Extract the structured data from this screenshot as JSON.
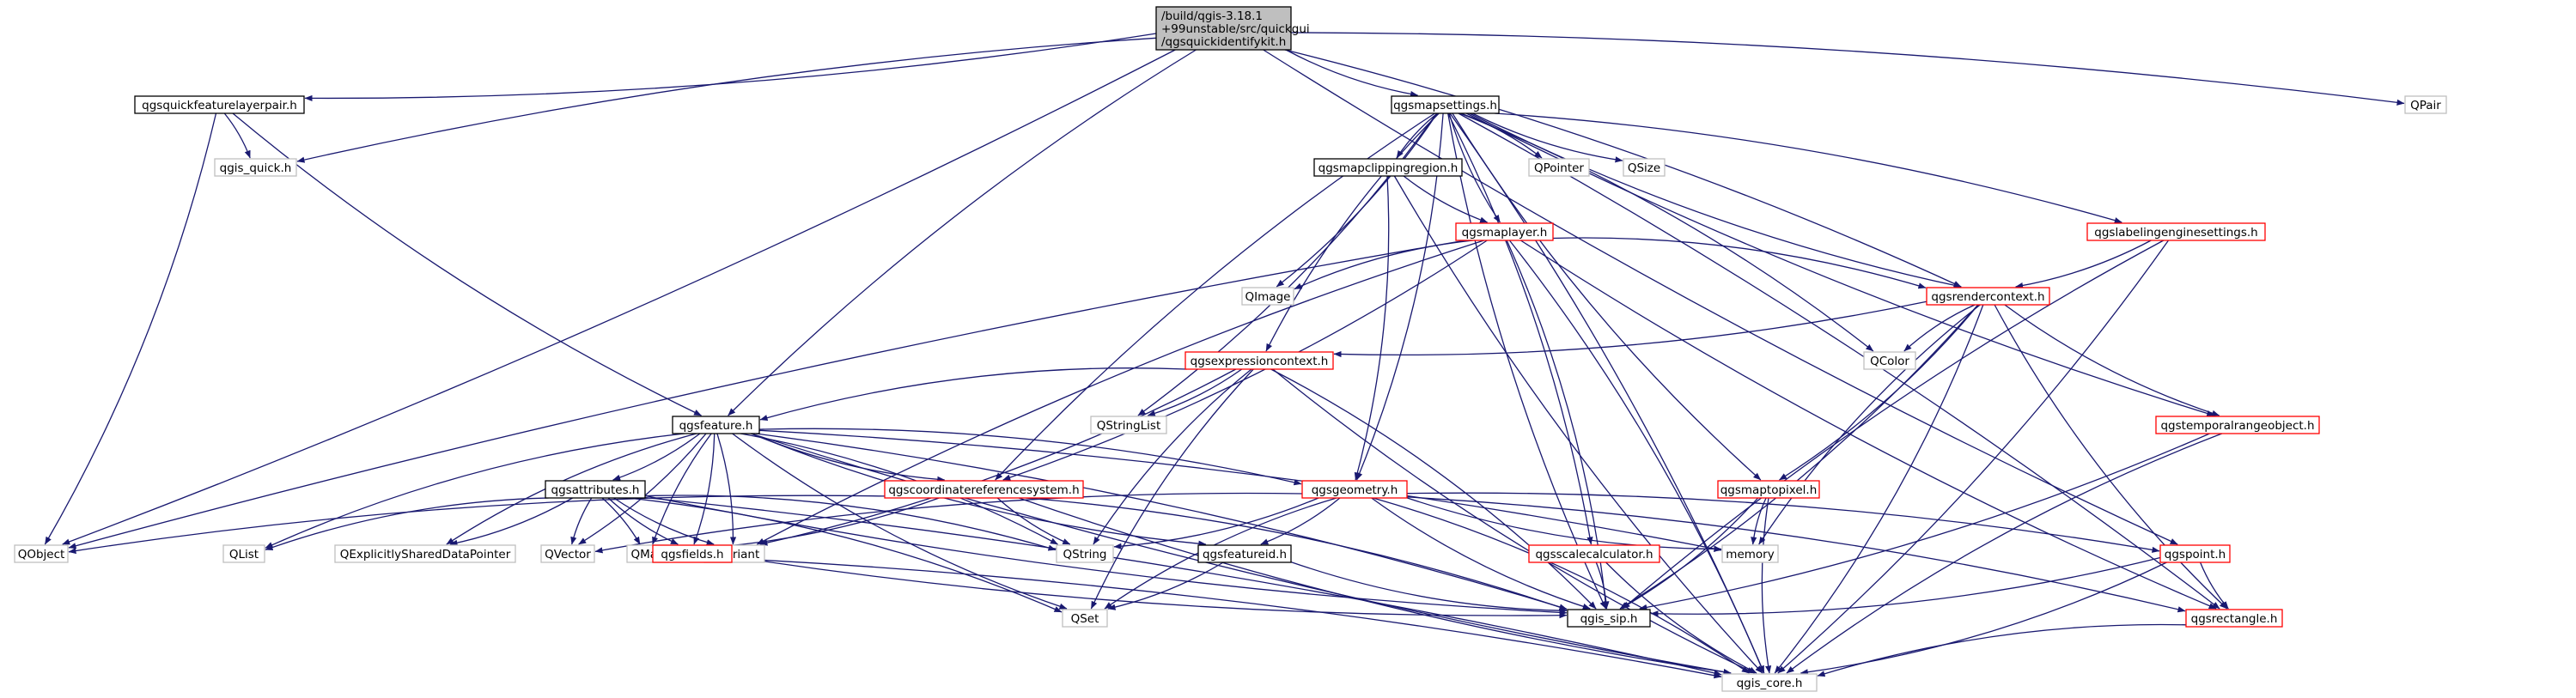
{
  "colors": {
    "edge": "#191970",
    "root_fill": "#bfbfbf",
    "root_border": "#000000",
    "node_border": "#000000",
    "linked_border": "#ff0000",
    "external_border": "#bfbfbf",
    "external_text": "#999999"
  },
  "nodes": [
    {
      "id": "root",
      "label": "/build/qgis-3.18.1\n+99unstable/src/quickgui\n/qgsquickidentifykit.h",
      "kind": "root"
    },
    {
      "id": "pair",
      "label": "qgsquickfeaturelayerpair.h",
      "kind": "plain"
    },
    {
      "id": "mapsettings",
      "label": "qgsmapsettings.h",
      "kind": "plain"
    },
    {
      "id": "qpair",
      "label": "QPair",
      "kind": "external"
    },
    {
      "id": "qgisquick",
      "label": "qgis_quick.h",
      "kind": "external"
    },
    {
      "id": "clipping",
      "label": "qgsmapclippingregion.h",
      "kind": "plain"
    },
    {
      "id": "qpointer",
      "label": "QPointer",
      "kind": "external"
    },
    {
      "id": "qsize",
      "label": "QSize",
      "kind": "external"
    },
    {
      "id": "labeling",
      "label": "qgslabelingenginesettings.h",
      "kind": "linked"
    },
    {
      "id": "maplayer",
      "label": "qgsmaplayer.h",
      "kind": "linked"
    },
    {
      "id": "qimage",
      "label": "QImage",
      "kind": "external"
    },
    {
      "id": "render",
      "label": "qgsrendercontext.h",
      "kind": "linked"
    },
    {
      "id": "qcolor",
      "label": "QColor",
      "kind": "external"
    },
    {
      "id": "expr",
      "label": "qgsexpressioncontext.h",
      "kind": "linked"
    },
    {
      "id": "qstringlist",
      "label": "QStringList",
      "kind": "external"
    },
    {
      "id": "feature",
      "label": "qgsfeature.h",
      "kind": "plain"
    },
    {
      "id": "temporal",
      "label": "qgstemporalrangeobject.h",
      "kind": "linked"
    },
    {
      "id": "attributes",
      "label": "qgsattributes.h",
      "kind": "plain"
    },
    {
      "id": "crs",
      "label": "qgscoordinatereferencesystem.h",
      "kind": "linked"
    },
    {
      "id": "geometry",
      "label": "qgsgeometry.h",
      "kind": "linked"
    },
    {
      "id": "maptopixel",
      "label": "qgsmaptopixel.h",
      "kind": "linked"
    },
    {
      "id": "qobject",
      "label": "QObject",
      "kind": "external"
    },
    {
      "id": "qlist",
      "label": "QList",
      "kind": "external"
    },
    {
      "id": "qexplicit",
      "label": "QExplicitlySharedDataPointer",
      "kind": "external"
    },
    {
      "id": "qvector",
      "label": "QVector",
      "kind": "external"
    },
    {
      "id": "qmap",
      "label": "QMap",
      "kind": "external"
    },
    {
      "id": "qvariant",
      "label": "QVariant",
      "kind": "external"
    },
    {
      "id": "qstring",
      "label": "QString",
      "kind": "external"
    },
    {
      "id": "featureid",
      "label": "qgsfeatureid.h",
      "kind": "plain"
    },
    {
      "id": "memory",
      "label": "memory",
      "kind": "external"
    },
    {
      "id": "scalecalc",
      "label": "qgsscalecalculator.h",
      "kind": "linked"
    },
    {
      "id": "point",
      "label": "qgspoint.h",
      "kind": "linked"
    },
    {
      "id": "fields",
      "label": "qgsfields.h",
      "kind": "linked"
    },
    {
      "id": "sip",
      "label": "qgis_sip.h",
      "kind": "plain"
    },
    {
      "id": "qset",
      "label": "QSet",
      "kind": "external"
    },
    {
      "id": "rectangle",
      "label": "qgsrectangle.h",
      "kind": "linked"
    },
    {
      "id": "core",
      "label": "qgis_core.h",
      "kind": "external"
    }
  ],
  "edges": [
    [
      "root",
      "pair"
    ],
    [
      "root",
      "mapsettings"
    ],
    [
      "root",
      "qpair"
    ],
    [
      "root",
      "qgisquick"
    ],
    [
      "root",
      "qobject"
    ],
    [
      "root",
      "feature"
    ],
    [
      "root",
      "render"
    ],
    [
      "root",
      "point"
    ],
    [
      "pair",
      "qgisquick"
    ],
    [
      "pair",
      "feature"
    ],
    [
      "pair",
      "qobject"
    ],
    [
      "mapsettings",
      "clipping"
    ],
    [
      "mapsettings",
      "qpointer"
    ],
    [
      "mapsettings",
      "qsize"
    ],
    [
      "mapsettings",
      "labeling"
    ],
    [
      "mapsettings",
      "maplayer"
    ],
    [
      "mapsettings",
      "qimage"
    ],
    [
      "mapsettings",
      "render"
    ],
    [
      "mapsettings",
      "qcolor"
    ],
    [
      "mapsettings",
      "expr"
    ],
    [
      "mapsettings",
      "qstringlist"
    ],
    [
      "mapsettings",
      "crs"
    ],
    [
      "mapsettings",
      "geometry"
    ],
    [
      "mapsettings",
      "maptopixel"
    ],
    [
      "mapsettings",
      "scalecalc"
    ],
    [
      "mapsettings",
      "sip"
    ],
    [
      "mapsettings",
      "core"
    ],
    [
      "mapsettings",
      "temporal"
    ],
    [
      "mapsettings",
      "rectangle"
    ],
    [
      "clipping",
      "maplayer"
    ],
    [
      "clipping",
      "geometry"
    ],
    [
      "clipping",
      "core"
    ],
    [
      "labeling",
      "render"
    ],
    [
      "labeling",
      "sip"
    ],
    [
      "labeling",
      "core"
    ],
    [
      "maplayer",
      "qimage"
    ],
    [
      "maplayer",
      "render"
    ],
    [
      "maplayer",
      "qobject"
    ],
    [
      "maplayer",
      "crs"
    ],
    [
      "maplayer",
      "qvariant"
    ],
    [
      "maplayer",
      "sip"
    ],
    [
      "maplayer",
      "rectangle"
    ],
    [
      "maplayer",
      "core"
    ],
    [
      "render",
      "qcolor"
    ],
    [
      "render",
      "expr"
    ],
    [
      "render",
      "temporal"
    ],
    [
      "render",
      "maptopixel"
    ],
    [
      "render",
      "memory"
    ],
    [
      "render",
      "sip"
    ],
    [
      "render",
      "rectangle"
    ],
    [
      "render",
      "core"
    ],
    [
      "expr",
      "feature"
    ],
    [
      "expr",
      "qstringlist"
    ],
    [
      "expr",
      "qstring"
    ],
    [
      "expr",
      "qvariant"
    ],
    [
      "expr",
      "qset"
    ],
    [
      "expr",
      "sip"
    ],
    [
      "expr",
      "core"
    ],
    [
      "feature",
      "attributes"
    ],
    [
      "feature",
      "crs"
    ],
    [
      "feature",
      "geometry"
    ],
    [
      "feature",
      "qexplicit"
    ],
    [
      "feature",
      "qvector"
    ],
    [
      "feature",
      "qmap"
    ],
    [
      "feature",
      "qvariant"
    ],
    [
      "feature",
      "qlist"
    ],
    [
      "feature",
      "fields"
    ],
    [
      "feature",
      "featureid"
    ],
    [
      "feature",
      "memory"
    ],
    [
      "feature",
      "qset"
    ],
    [
      "feature",
      "sip"
    ],
    [
      "feature",
      "core"
    ],
    [
      "feature",
      "qstring"
    ],
    [
      "attributes",
      "qlist"
    ],
    [
      "attributes",
      "qexplicit"
    ],
    [
      "attributes",
      "qvector"
    ],
    [
      "attributes",
      "qmap"
    ],
    [
      "attributes",
      "qvariant"
    ],
    [
      "attributes",
      "qstring"
    ],
    [
      "attributes",
      "fields"
    ],
    [
      "attributes",
      "qset"
    ],
    [
      "attributes",
      "sip"
    ],
    [
      "attributes",
      "core"
    ],
    [
      "crs",
      "qobject"
    ],
    [
      "crs",
      "qmap"
    ],
    [
      "crs",
      "qstring"
    ],
    [
      "crs",
      "sip"
    ],
    [
      "crs",
      "core"
    ],
    [
      "geometry",
      "qstring"
    ],
    [
      "geometry",
      "qvector"
    ],
    [
      "geometry",
      "featureid"
    ],
    [
      "geometry",
      "qset"
    ],
    [
      "geometry",
      "point"
    ],
    [
      "geometry",
      "sip"
    ],
    [
      "geometry",
      "core"
    ],
    [
      "geometry",
      "memory"
    ],
    [
      "geometry",
      "rectangle"
    ],
    [
      "maptopixel",
      "memory"
    ],
    [
      "maptopixel",
      "sip"
    ],
    [
      "maptopixel",
      "core"
    ],
    [
      "temporal",
      "sip"
    ],
    [
      "temporal",
      "core"
    ],
    [
      "featureid",
      "qset"
    ],
    [
      "featureid",
      "sip"
    ],
    [
      "scalecalc",
      "sip"
    ],
    [
      "scalecalc",
      "core"
    ],
    [
      "point",
      "sip"
    ],
    [
      "point",
      "rectangle"
    ],
    [
      "point",
      "core"
    ],
    [
      "fields",
      "sip"
    ],
    [
      "fields",
      "core"
    ],
    [
      "rectangle",
      "core"
    ]
  ]
}
